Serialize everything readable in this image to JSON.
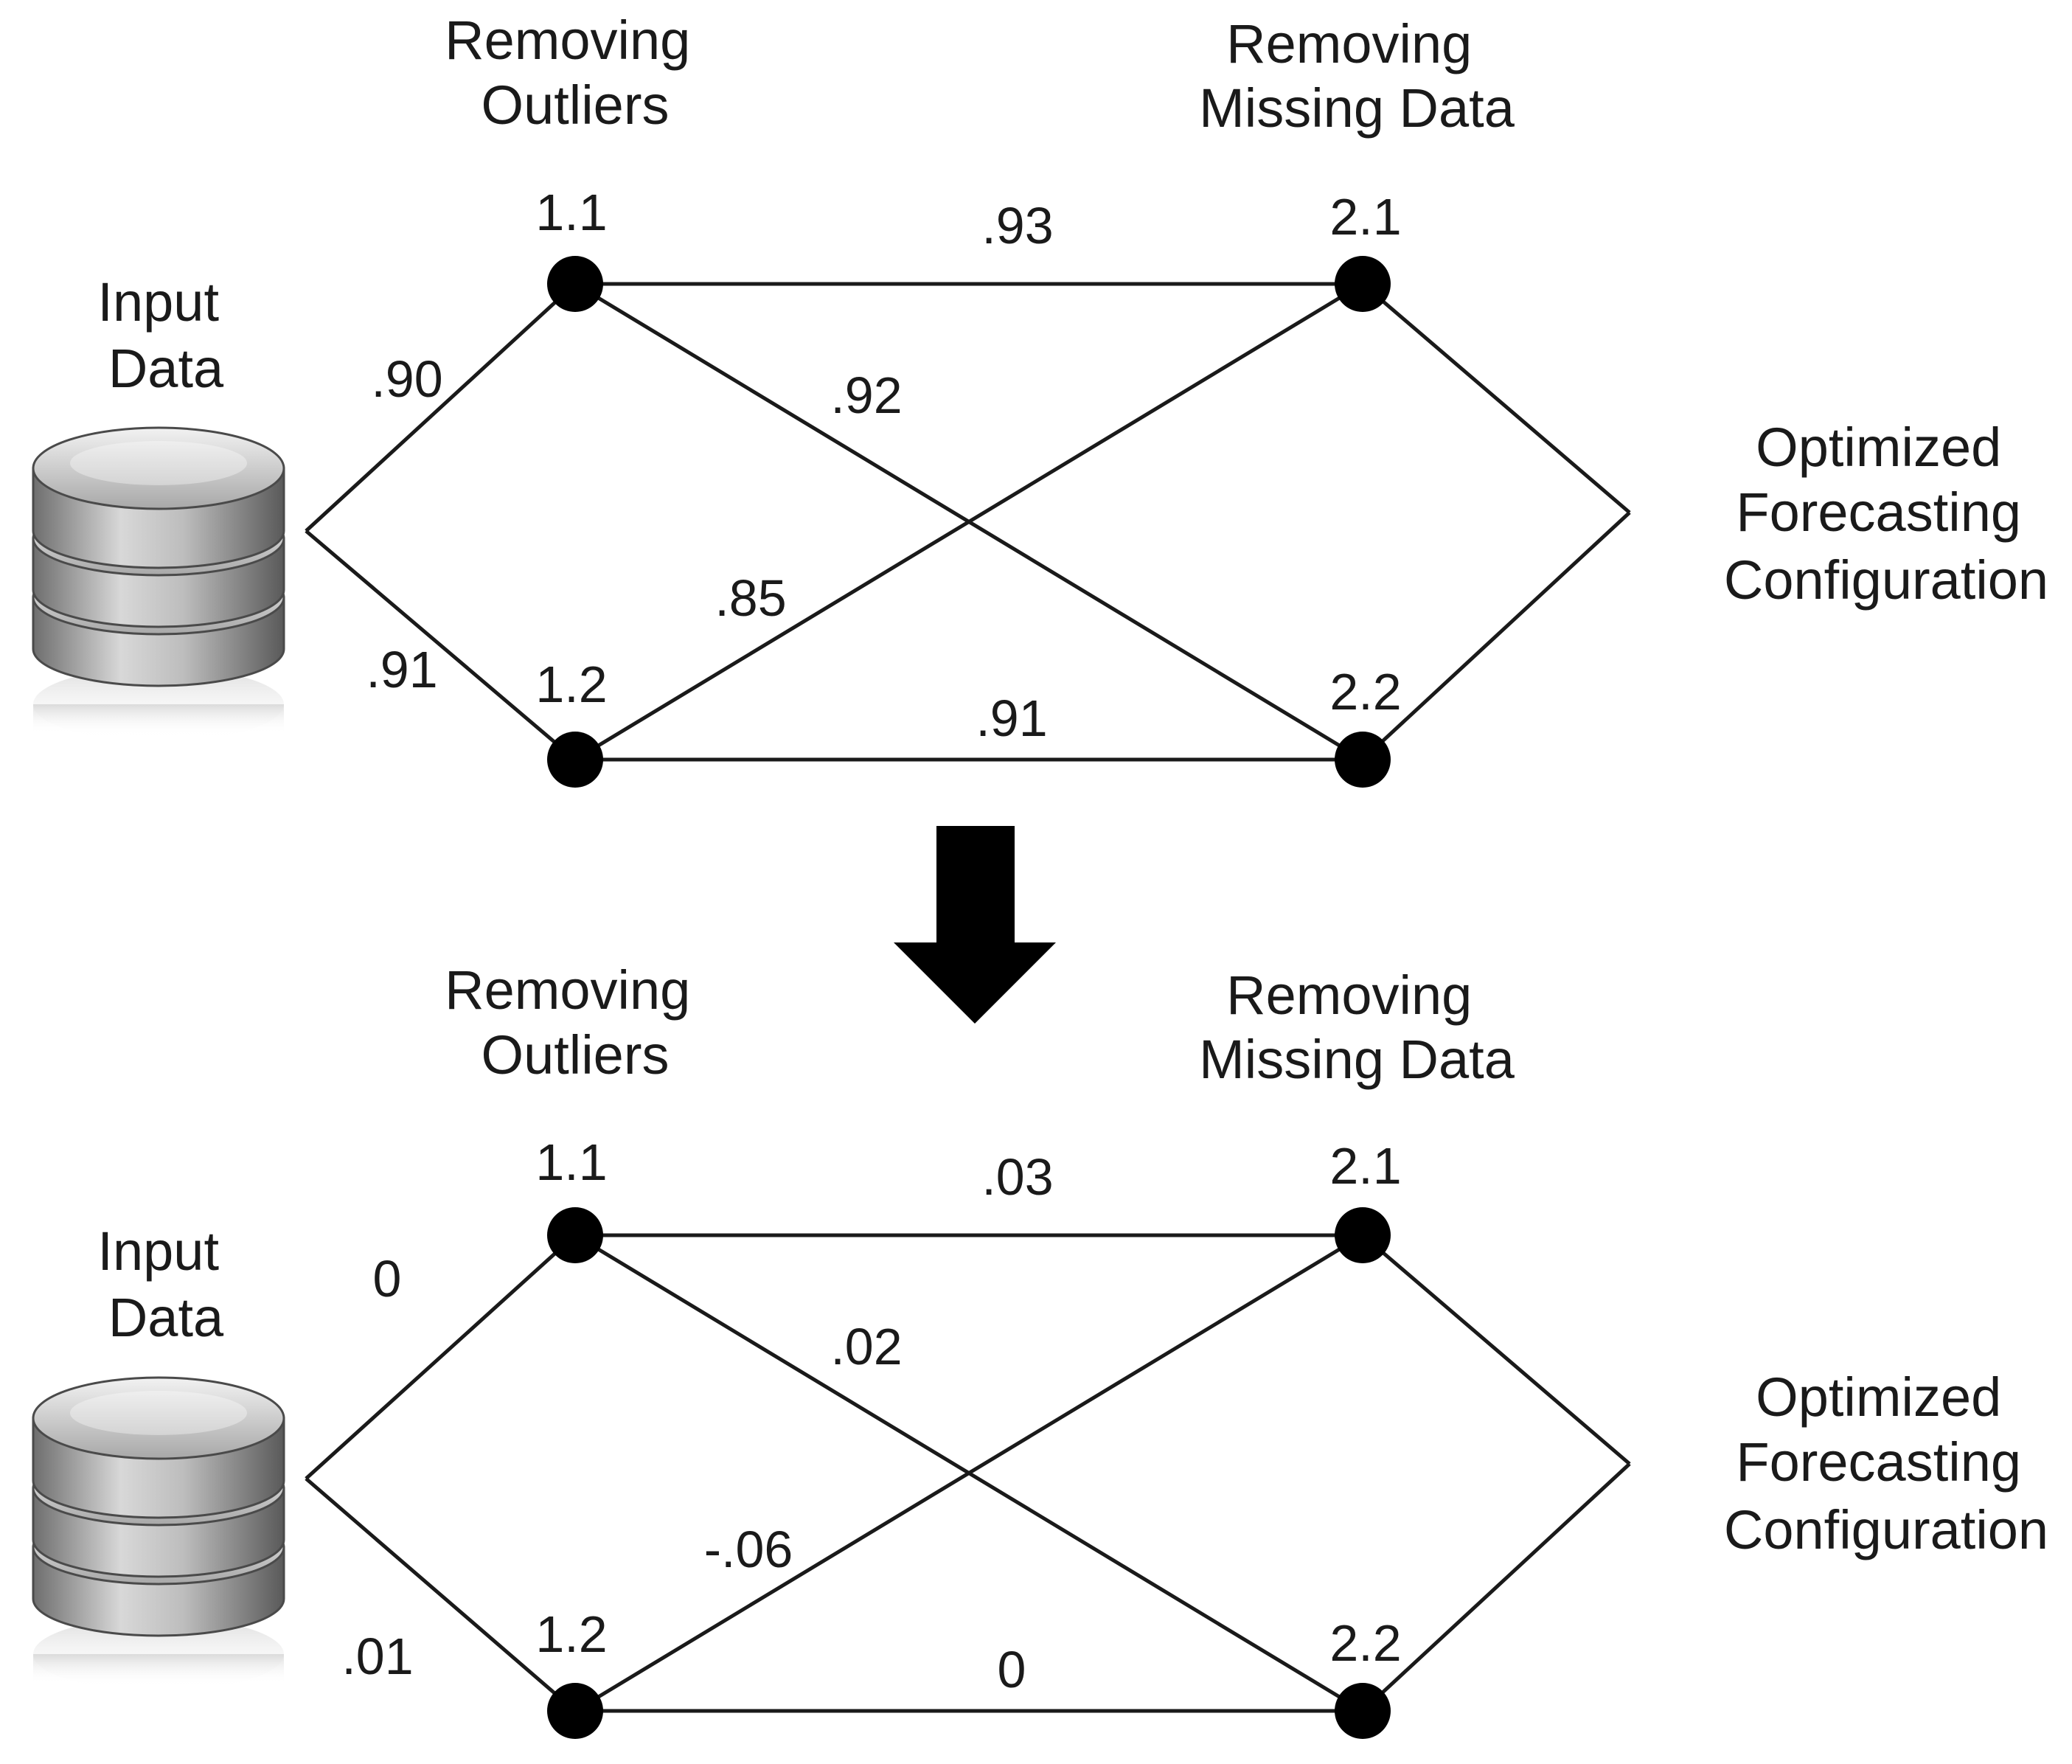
{
  "diagrams": [
    {
      "input_label": [
        "Input",
        "Data"
      ],
      "stage1_label": [
        "Removing",
        "Outliers"
      ],
      "stage2_label": [
        "Removing",
        "Missing Data"
      ],
      "output_label": [
        "Optimized",
        "Forecasting",
        "Configuration"
      ],
      "nodes": {
        "n11": "1.1",
        "n12": "1.2",
        "n21": "2.1",
        "n22": "2.2"
      },
      "weights": {
        "in_to_11": ".90",
        "in_to_12": ".91",
        "n11_to_21": ".93",
        "n11_to_22": ".92",
        "n12_to_21": ".85",
        "n12_to_22": ".91"
      }
    },
    {
      "input_label": [
        "Input",
        "Data"
      ],
      "stage1_label": [
        "Removing",
        "Outliers"
      ],
      "stage2_label": [
        "Removing",
        "Missing Data"
      ],
      "output_label": [
        "Optimized",
        "Forecasting",
        "Configuration"
      ],
      "nodes": {
        "n11": "1.1",
        "n12": "1.2",
        "n21": "2.1",
        "n22": "2.2"
      },
      "weights": {
        "in_to_11": "0",
        "in_to_12": ".01",
        "n11_to_21": ".03",
        "n11_to_22": ".02",
        "n12_to_21": "-.06",
        "n12_to_22": "0"
      }
    }
  ],
  "colors": {
    "ink": "#000000",
    "db_dark": "#6e6e6e",
    "db_light": "#d4d4d4"
  },
  "icons": {
    "input": "database-icon",
    "transition": "down-arrow-icon"
  }
}
